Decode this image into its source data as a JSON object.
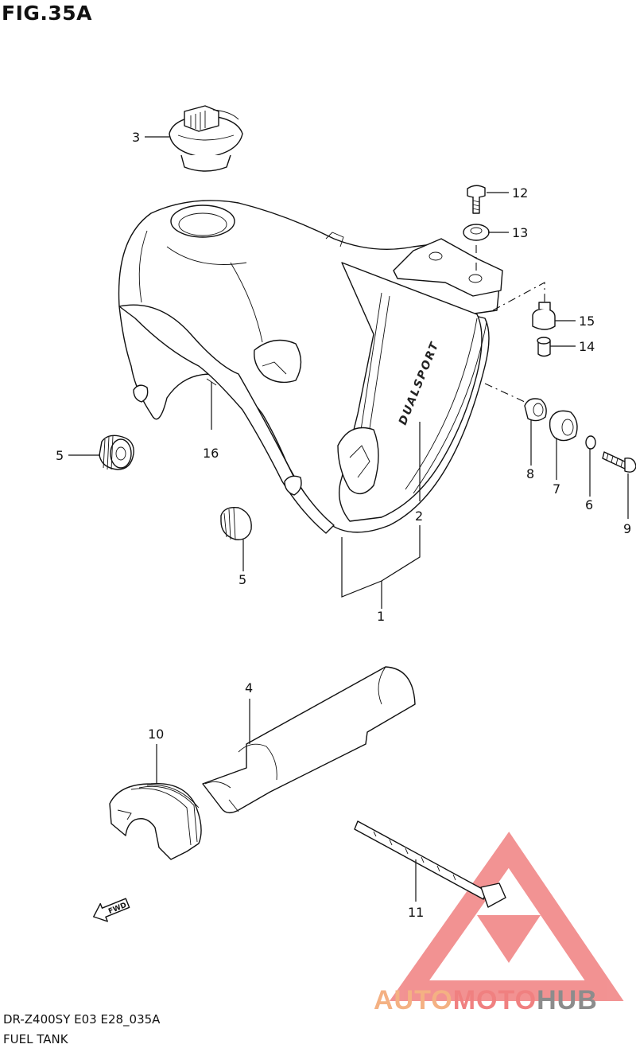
{
  "figure": {
    "title": "FIG.35A",
    "model_code": "DR-Z400SY E03 E28_035A",
    "description": "FUEL TANK"
  },
  "decal_text": "DUALSPORT",
  "fwd_label": "FWD",
  "callouts": [
    "1",
    "2",
    "3",
    "4",
    "5",
    "5",
    "6",
    "7",
    "8",
    "9",
    "10",
    "11",
    "12",
    "13",
    "14",
    "15",
    "16"
  ],
  "watermark": {
    "part1": "AUTO",
    "part2": "MOTO",
    "part3": "HUB",
    "colors": {
      "orange": "#f4b183",
      "red": "#f08080",
      "gray": "#8c8c8c"
    }
  }
}
